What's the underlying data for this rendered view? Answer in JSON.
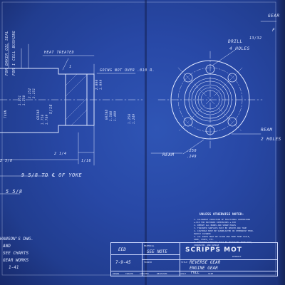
{
  "document": {
    "type": "engineering blueprint",
    "palette": {
      "paper": "#2848a6",
      "ink": "#dfe7ff",
      "fold": "#15245c"
    }
  },
  "labels": {
    "gear": "GEAR",
    "gear_sub": "F",
    "bushing_note_1": "FOR BAKER OIL SEAL",
    "bushing_note_2": "FOR 1 CELL BUSHING",
    "heat_treated": "HEAT TREATED",
    "going_not_over": "GOING NOT OVER .010 R.",
    "drill": "DRILL",
    "drill_frac": "13/32",
    "four_holes_top": "4 HOLES",
    "ream_right": "REAM",
    "two_holes": "2 HOLES",
    "ream_bottom": "REAM",
    "ream_bottom_val_top": ".250",
    "ream_bottom_val_bot": ".249",
    "yoke_dim": "9 5/8  TO ℄ OF YOKE",
    "left_dim": "5 5/8",
    "dim_23": "2 3/8",
    "dim_1": "1",
    "dim_5_16": "5/16",
    "dim_bot_1_16": "1/16",
    "dim_2_1_4": "2 1/4",
    "v_dim_1": "1.251",
    "v_dim_2": "1.250",
    "v_dim_3": "2.252",
    "v_dim_4": "2.251",
    "v_dim_5": "2.000",
    "v_dim_6": "1.999",
    "turn": "TURN",
    "grind": "GRIND",
    "v_left_1": "1.750",
    "v_left_2": "1.749",
    "v_right_1": "1.500",
    "v_right_2": "1.499",
    "v_right_3": "1.250",
    "v_right_4": "1.249"
  },
  "handwritten": {
    "line1": "HANSON'S DWG.",
    "line2": "AND",
    "line3": "SEE CHARTS",
    "line4": "GEAR WORKS",
    "line5": "1-41"
  },
  "notes": {
    "heading": "UNLESS OTHERWISE NOTED:",
    "items": [
      "1. ALLOWABLE VARIATION OF FRACTIONAL DIMENSIONS",
      "   ±.010 FOR MACHINED DIMENSIONS ±.030",
      "2. REMOVE ALL BURRS AND SHARP EDGES",
      "3. FINISHED SURFACES MUST BE SMOOTH AND TRUE",
      "4. CASTINGS MUST BE SANDBLASTED OR OTHERWISE THOR-",
      "   OUGHLY CLEANED",
      "5. ALL PARTS MUST BE CLEAN AND FREE FROM SCALE,",
      "   SAND, CHIPS, ETC.",
      "6. FINISHED SURFACES MUST BE PROTECTED FROM RUST,",
      "   CORROSION, AND DAMAGE"
    ]
  },
  "title_block": {
    "drawn_by": "EED",
    "date": "7-9-45",
    "material_label": "MATERIAL",
    "material_value": "SEE NOTE",
    "finish_label": "FINISH",
    "title_label": "TITLE",
    "company": "SCRIPPS MOT",
    "city": "DETROIT",
    "title_line1": "REVERSE GEAR",
    "title_line2": "ENGINE GEAR",
    "scale": "FULL",
    "footer_labels": [
      "DRAWN",
      "TRACED",
      "CHECKED",
      "RELEASED",
      "SCALE",
      "SIZE"
    ]
  }
}
